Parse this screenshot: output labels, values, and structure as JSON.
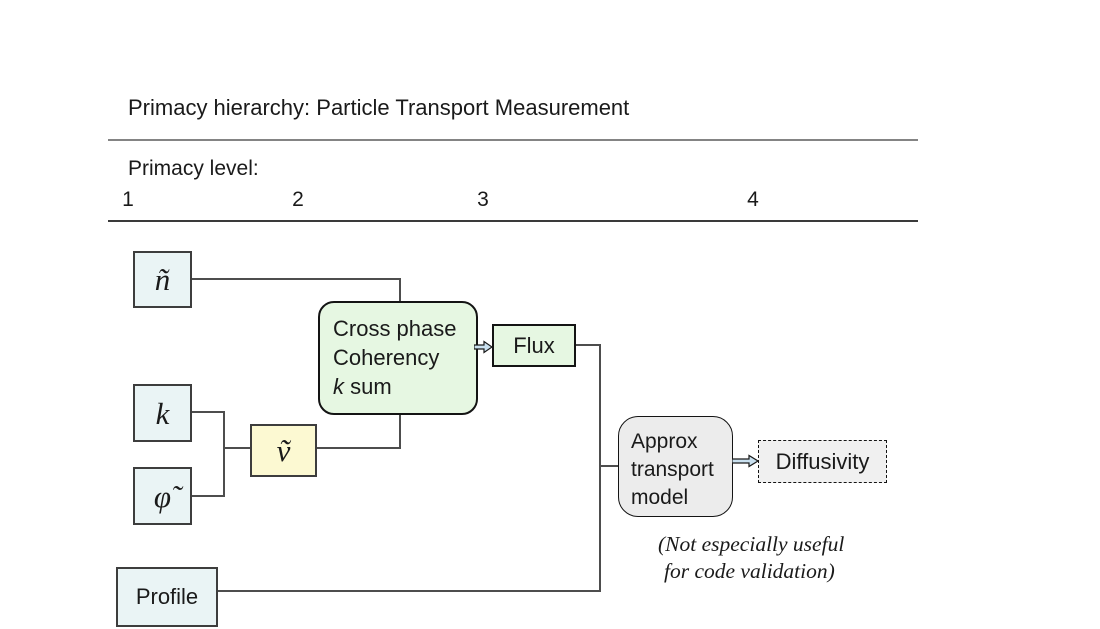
{
  "title": "Primacy hierarchy: Particle Transport Measurement",
  "primacy": {
    "label": "Primacy level:",
    "levels": [
      "1",
      "2",
      "3",
      "4"
    ]
  },
  "nodes": {
    "n_tilde": {
      "symbol": "ñ"
    },
    "k": {
      "symbol": "k"
    },
    "phi_tilde": {
      "symbol": "φ̃"
    },
    "v_tilde": {
      "symbol": "ṽ"
    },
    "profile": {
      "label": "Profile"
    },
    "cross_phase": {
      "line1": "Cross phase",
      "line2": "Coherency",
      "line3_k": "k",
      "line3_rest": " sum"
    },
    "flux": {
      "label": "Flux"
    },
    "approx_transport": {
      "line1": "Approx",
      "line2": "transport",
      "line3": "model"
    },
    "diffusivity": {
      "label": "Diffusivity"
    }
  },
  "note": {
    "line1": "(Not especially useful",
    "line2": "for code validation)"
  },
  "colors": {
    "measurement_box_fill": "#eaf4f5",
    "velocity_box_fill": "#fcf9d2",
    "derived_box_fill": "#e6f7e2",
    "model_box_fill": "#ececec",
    "diffusivity_box_fill": "#f0f0f0",
    "arrow_fill": "#c9e0ef",
    "connector": "#4d4d4d"
  }
}
